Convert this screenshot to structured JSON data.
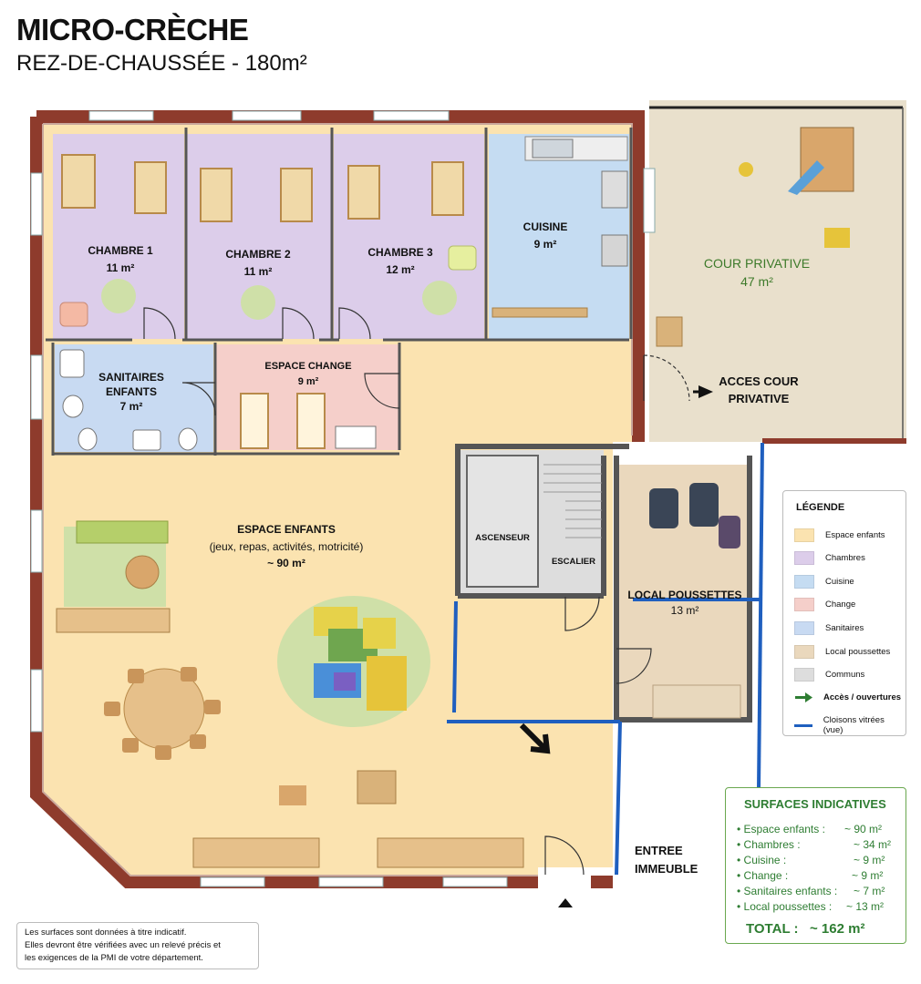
{
  "title": "MICRO-CRÈCHE",
  "subtitle": "REZ-DE-CHAUSSÉE - 180m²",
  "rooms": {
    "chambre1": {
      "name": "CHAMBRE 1",
      "area": "11 m²"
    },
    "chambre2": {
      "name": "CHAMBRE 2",
      "area": "11 m²"
    },
    "chambre3": {
      "name": "CHAMBRE 3",
      "area": "12 m²"
    },
    "cuisine": {
      "name": "CUISINE",
      "area": "9 m²"
    },
    "cour": {
      "name": "COUR PRIVATIVE",
      "area": "47 m²"
    },
    "sanitaires": {
      "name1": "SANITAIRES",
      "name2": "ENFANTS",
      "area": "7 m²"
    },
    "change": {
      "name": "ESPACE CHANGE",
      "area": "9 m²"
    },
    "acces_cour": {
      "line1": "ACCES COUR",
      "line2": "PRIVATIVE"
    },
    "espace_enfants": {
      "name": "ESPACE ENFANTS",
      "detail": "(jeux, repas, activités, motricité)",
      "area": "~ 90 m²"
    },
    "ascenseur": {
      "name": "ASCENSEUR"
    },
    "escalier": {
      "name": "ESCALIER"
    },
    "poussettes": {
      "name": "LOCAL POUSSETTES",
      "area": "13 m²"
    },
    "entree": {
      "line1": "ENTREE",
      "line2": "IMMEUBLE"
    }
  },
  "legend": {
    "title": "LÉGENDE",
    "items": [
      {
        "label": "Espace enfants",
        "color": "#fbe3b0"
      },
      {
        "label": "Chambres",
        "color": "#dccdea"
      },
      {
        "label": "Cuisine",
        "color": "#c5dcf2"
      },
      {
        "label": "Change",
        "color": "#f5cfca"
      },
      {
        "label": "Sanitaires",
        "color": "#c8daf2"
      },
      {
        "label": "Local poussettes",
        "color": "#ead8bd"
      },
      {
        "label": "Communs",
        "color": "#dddddd"
      },
      {
        "label": "Accès / ouvertures",
        "color": "#2e7d32"
      },
      {
        "label": "Cloisons vitrées (vue)",
        "color": "#1f5fbf"
      }
    ]
  },
  "surfaces": {
    "title": "SURFACES INDICATIVES",
    "rows": [
      {
        "label": "• Espace enfants :",
        "value": "~ 90 m²"
      },
      {
        "label": "• Chambres :",
        "value": "~ 34 m²"
      },
      {
        "label": "• Cuisine :",
        "value": "~ 9 m²"
      },
      {
        "label": "• Change :",
        "value": "~ 9 m²"
      },
      {
        "label": "• Sanitaires enfants :",
        "value": "~ 7 m²"
      },
      {
        "label": "• Local poussettes :",
        "value": "~ 13 m²"
      }
    ],
    "total": "TOTAL :   ~ 162 m²"
  },
  "note": [
    "Les surfaces sont données à titre indicatif.",
    "Elles devront être vérifiées avec un relevé précis et",
    "les exigences de la PMI de votre département."
  ],
  "colors": {
    "wall": "#8e3b2c",
    "glass": "#1f5fbf",
    "espace_enfants": "#fbe3b0",
    "chambres": "#dccdea",
    "cuisine": "#c5dcf2",
    "change": "#f5cfca",
    "sanitaires": "#c8daf2",
    "poussettes": "#ead8bd",
    "communs": "#dddddd",
    "cour": "#e9e0cc",
    "rug": "#cfe0a8"
  }
}
